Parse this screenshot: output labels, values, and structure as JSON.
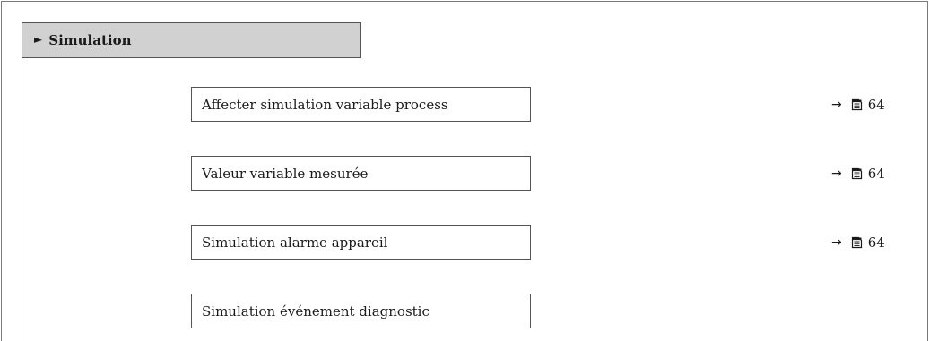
{
  "section": {
    "marker": "►",
    "title": "Simulation"
  },
  "params": [
    {
      "label": "Affecter simulation variable process",
      "ref_arrow": "→",
      "ref_icon": "page-reference-icon",
      "ref_page": "64"
    },
    {
      "label": "Valeur variable mesurée",
      "ref_arrow": "→",
      "ref_icon": "page-reference-icon",
      "ref_page": "64"
    },
    {
      "label": "Simulation alarme appareil",
      "ref_arrow": "→",
      "ref_icon": "page-reference-icon",
      "ref_page": "64"
    },
    {
      "label": "Simulation événement diagnostic"
    }
  ]
}
